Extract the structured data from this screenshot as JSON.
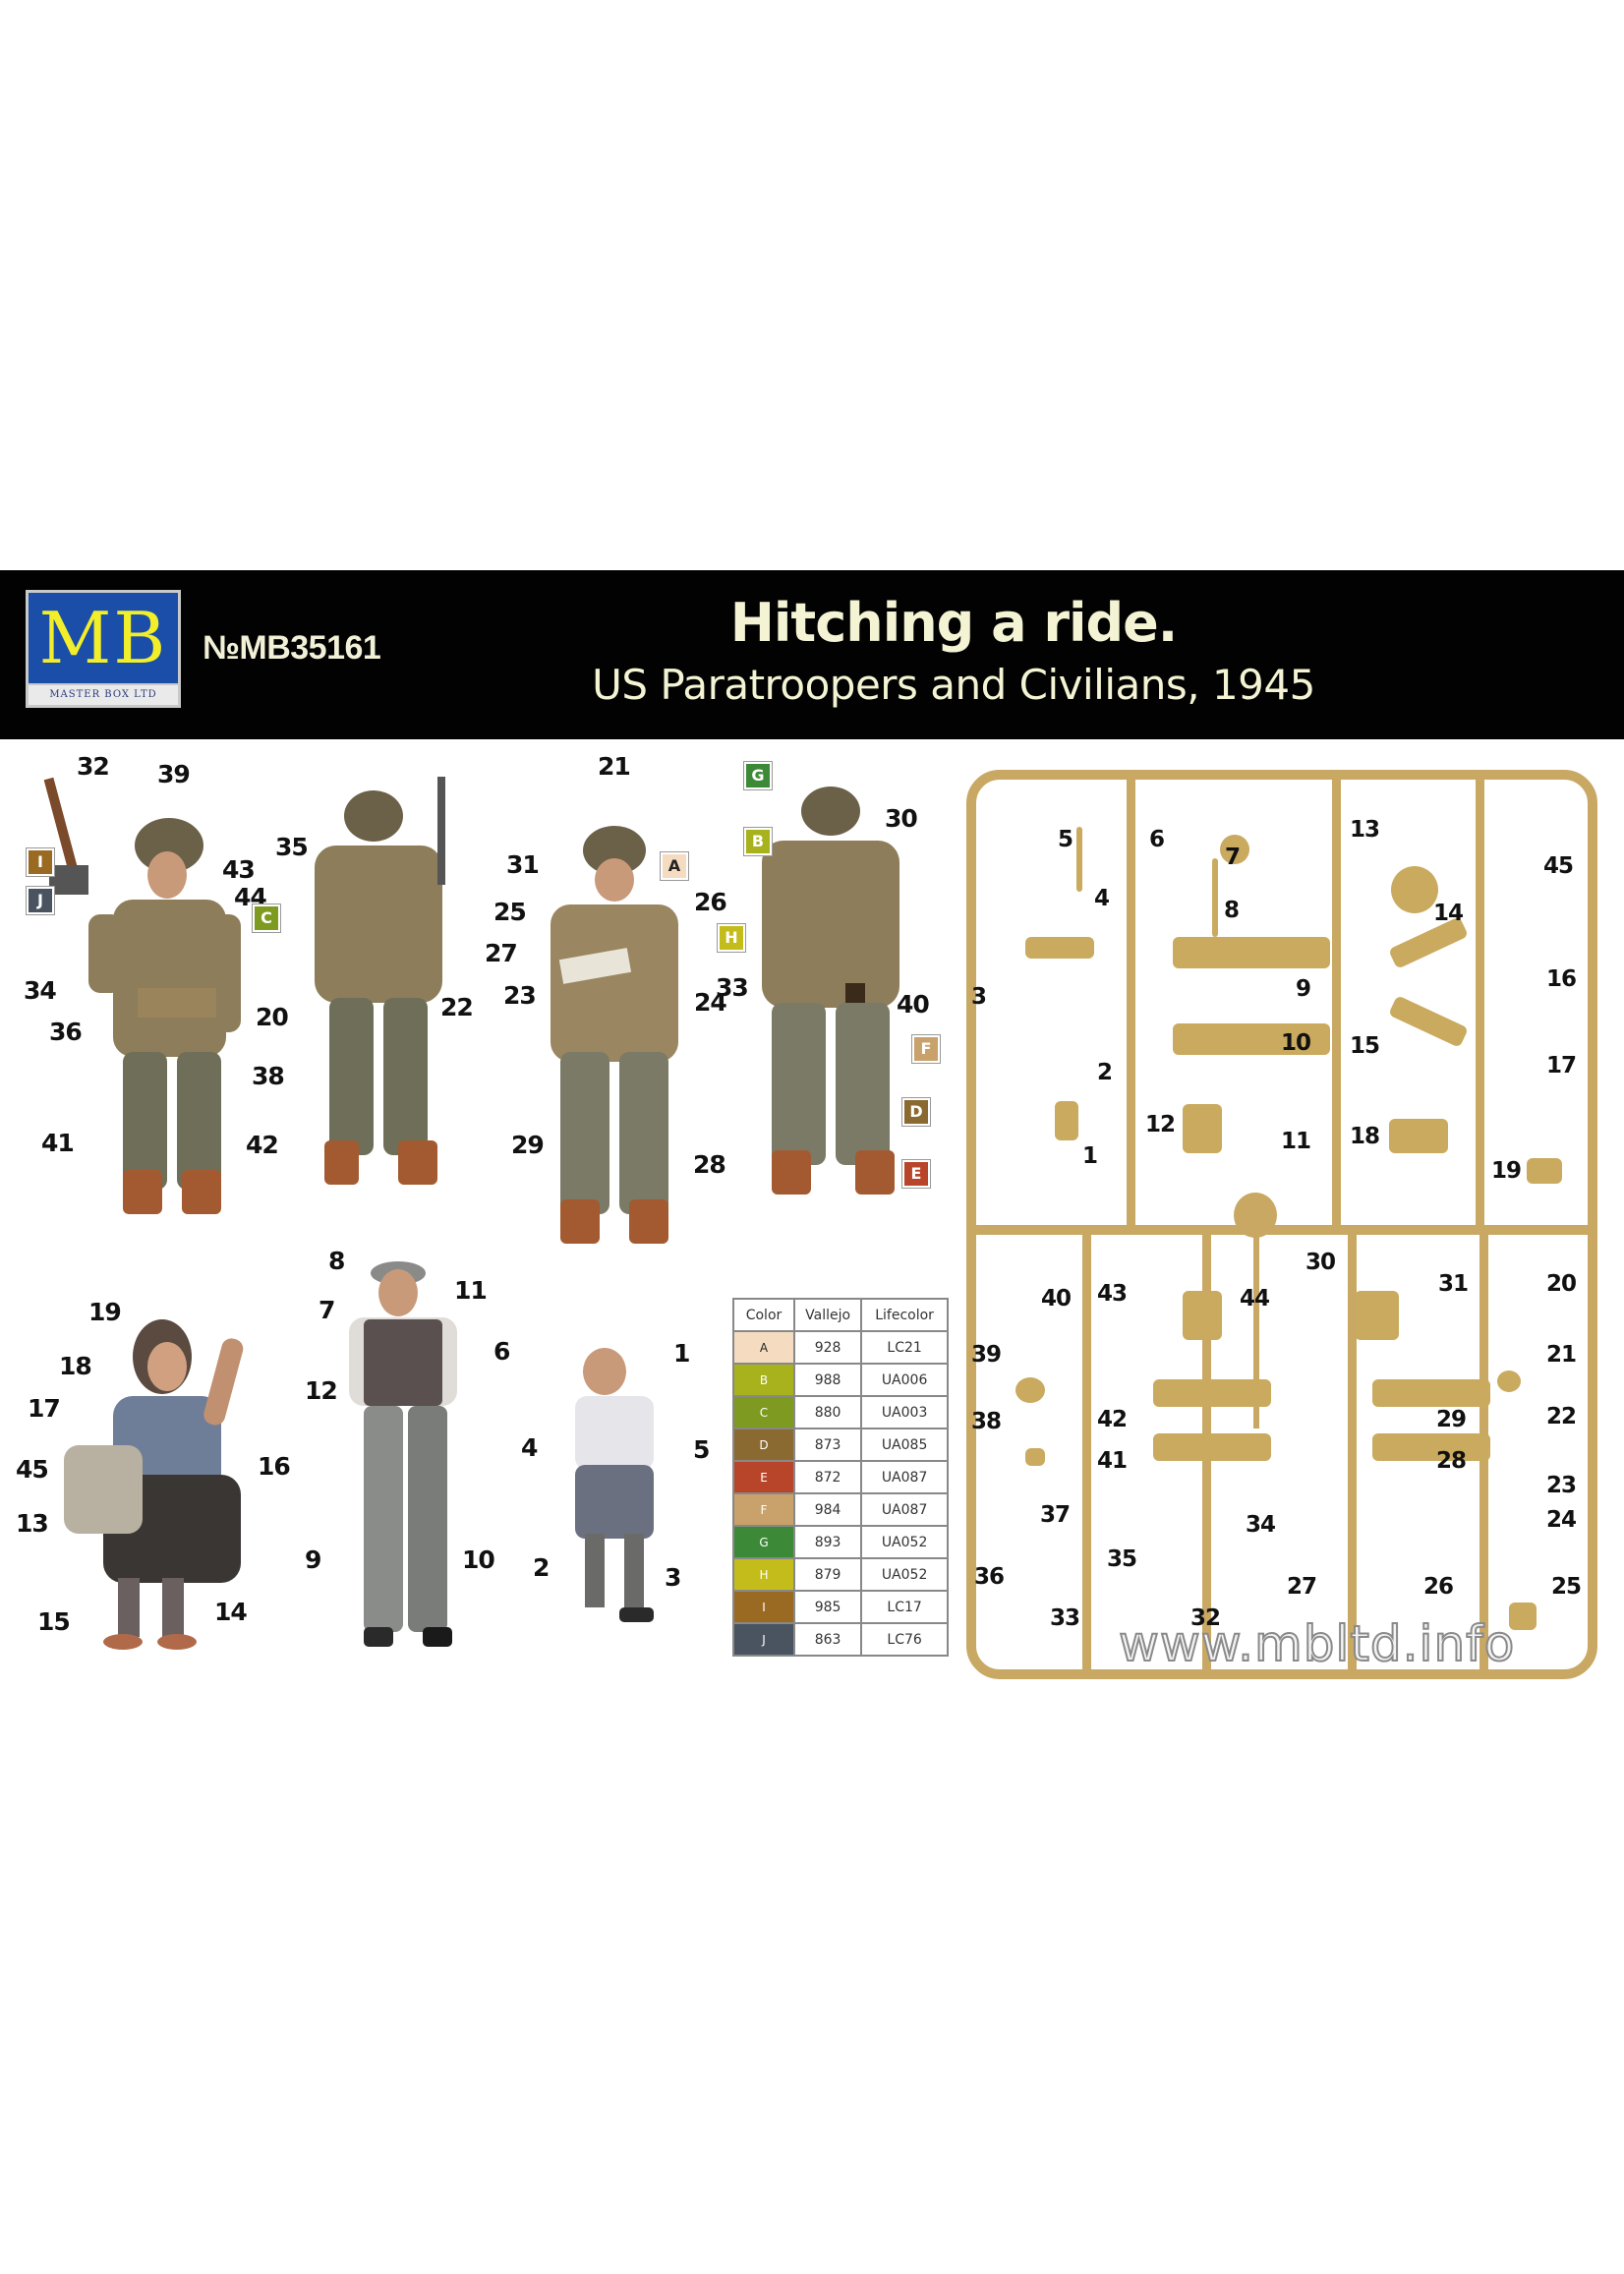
{
  "header": {
    "logo_text": "MB",
    "logo_subtext": "MASTER BOX LTD",
    "kit_number": "№MB35161",
    "title": "Hitching a ride.",
    "subtitle": "US Paratroopers and Civilians, 1945"
  },
  "colors": {
    "banner_bg": "#020202",
    "logo_blue": "#1a4ea8",
    "logo_yellow": "#f2ef2a",
    "title_text": "#f4f4d4",
    "sprue": "#c8a862",
    "leader_line": "#d9899a"
  },
  "paint_table": {
    "headers": [
      "Color",
      "Vallejo",
      "Lifecolor"
    ],
    "rows": [
      {
        "code": "A",
        "swatch": "#f5dcc0",
        "vallejo": "928",
        "lifecolor": "LC21"
      },
      {
        "code": "B",
        "swatch": "#a8b21c",
        "vallejo": "988",
        "lifecolor": "UA006"
      },
      {
        "code": "C",
        "swatch": "#7f9a20",
        "vallejo": "880",
        "lifecolor": "UA003"
      },
      {
        "code": "D",
        "swatch": "#8a6a30",
        "vallejo": "873",
        "lifecolor": "UA085"
      },
      {
        "code": "E",
        "swatch": "#b8452a",
        "vallejo": "872",
        "lifecolor": "UA087"
      },
      {
        "code": "F",
        "swatch": "#c8a26a",
        "vallejo": "984",
        "lifecolor": "UA087"
      },
      {
        "code": "G",
        "swatch": "#3c8a38",
        "vallejo": "893",
        "lifecolor": "UA052"
      },
      {
        "code": "H",
        "swatch": "#c4bc1a",
        "vallejo": "879",
        "lifecolor": "UA052"
      },
      {
        "code": "I",
        "swatch": "#9a6a22",
        "vallejo": "985",
        "lifecolor": "LC17"
      },
      {
        "code": "J",
        "swatch": "#4a5460",
        "vallejo": "863",
        "lifecolor": "LC76"
      }
    ]
  },
  "figures": {
    "soldier_front": {
      "callouts": [
        "32",
        "39",
        "43",
        "44",
        "35",
        "34",
        "36",
        "20",
        "38",
        "41",
        "42"
      ],
      "tags": [
        "I",
        "J",
        "C"
      ]
    },
    "soldier_back": {
      "callouts": [
        "35",
        "20",
        "22"
      ]
    },
    "officer_reading": {
      "callouts": [
        "21",
        "31",
        "25",
        "26",
        "27",
        "23",
        "24",
        "29",
        "28"
      ],
      "tags": [
        "A"
      ]
    },
    "soldier_back_2": {
      "callouts": [
        "30",
        "33",
        "40"
      ],
      "tags": [
        "G",
        "B",
        "H",
        "F",
        "D",
        "E"
      ]
    },
    "woman_basket": {
      "callouts": [
        "19",
        "18",
        "17",
        "45",
        "13",
        "16",
        "15",
        "14"
      ]
    },
    "man_cap": {
      "callouts": [
        "8",
        "11",
        "7",
        "6",
        "12",
        "9",
        "10"
      ]
    },
    "boy": {
      "callouts": [
        "1",
        "4",
        "5",
        "2",
        "3"
      ]
    }
  },
  "sprue": {
    "part_numbers": [
      "1",
      "2",
      "3",
      "4",
      "5",
      "6",
      "7",
      "8",
      "9",
      "10",
      "11",
      "12",
      "13",
      "14",
      "15",
      "16",
      "17",
      "18",
      "19",
      "20",
      "21",
      "22",
      "23",
      "24",
      "25",
      "26",
      "27",
      "28",
      "29",
      "30",
      "31",
      "32",
      "33",
      "34",
      "35",
      "36",
      "37",
      "38",
      "39",
      "40",
      "41",
      "42",
      "43",
      "44",
      "45"
    ],
    "watermark": "www.mbltd.info"
  }
}
